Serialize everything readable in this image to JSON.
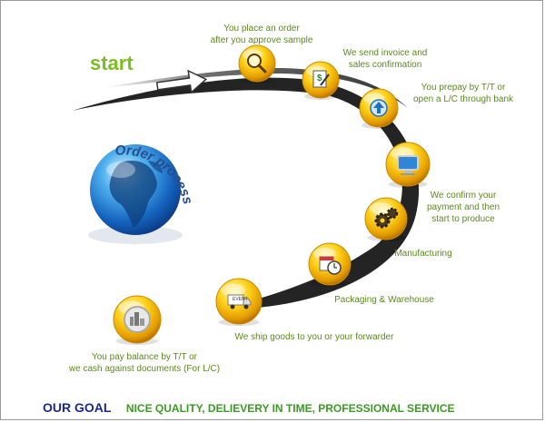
{
  "start_label": "start",
  "process_title": "Order process",
  "steps": [
    {
      "icon": "magnifier-icon",
      "lines": [
        "You place an order",
        "after you approve sample"
      ]
    },
    {
      "icon": "invoice-icon",
      "lines": [
        "We send invoice and",
        "sales confirmation"
      ]
    },
    {
      "icon": "bank-upload-icon",
      "lines": [
        "You prepay by T/T or",
        "open a L/C through bank"
      ]
    },
    {
      "icon": "monitor-icon",
      "lines": [
        "We confirm your",
        "payment and then",
        "start to produce"
      ]
    },
    {
      "icon": "gears-icon",
      "lines": [
        "Manufacturing"
      ]
    },
    {
      "icon": "calendar-clock-icon",
      "lines": [
        "Packaging & Warehouse"
      ]
    },
    {
      "icon": "truck-icon",
      "lines": [
        "We ship goods to you or your forwarder"
      ]
    },
    {
      "icon": "city-coin-icon",
      "lines": [
        "You pay balance by T/T or",
        "we cash against documents (For L/C)"
      ]
    }
  ],
  "truck_text": "EVENT",
  "footer": {
    "goal_label": "OUR GOAL",
    "goal_text": "NICE QUALITY, DELIEVERY IN TIME, PROFESSIONAL SERVICE"
  },
  "colors": {
    "label_green": "#5c8a1e",
    "start_green": "#7cbc24",
    "goal_navy": "#1a2a8a",
    "goal_green": "#3a9a22",
    "title_blue": "#2a4d8a",
    "icon_gold": "#f5b800"
  }
}
